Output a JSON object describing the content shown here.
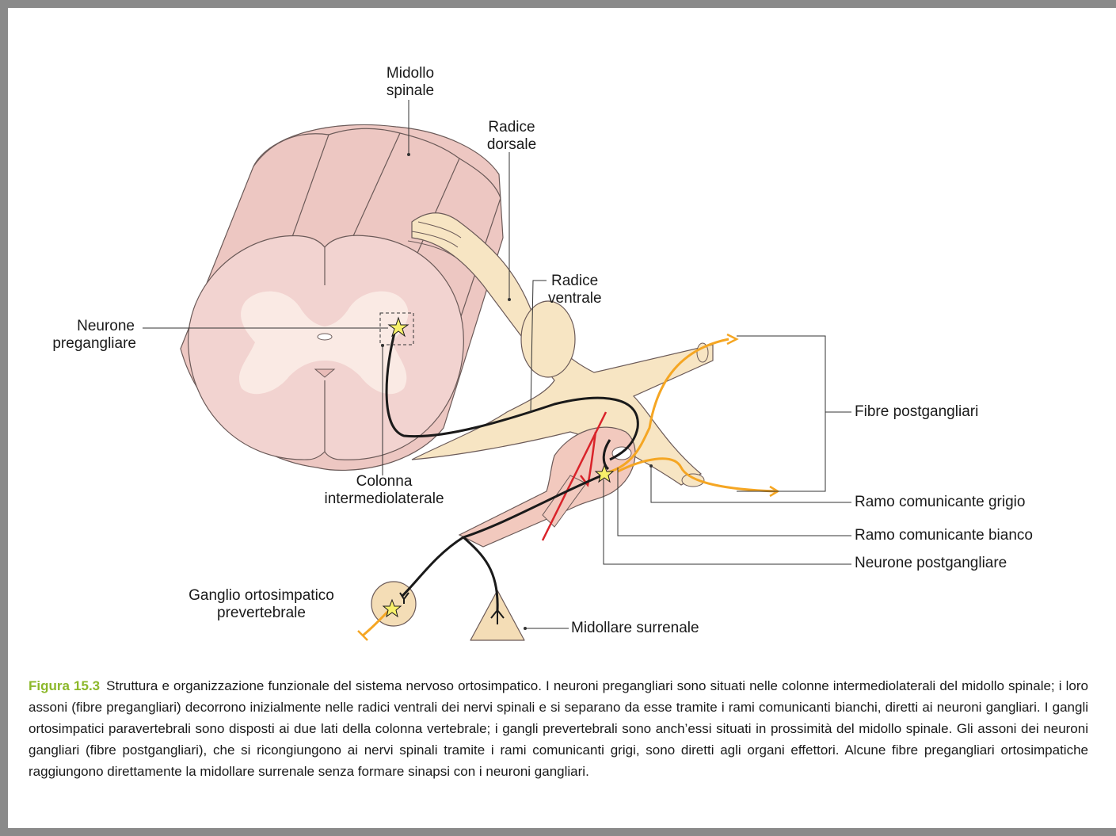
{
  "labels": {
    "midollo_spinale": [
      "Midollo",
      "spinale"
    ],
    "radice_dorsale": [
      "Radice",
      "dorsale"
    ],
    "radice_ventrale": [
      "Radice",
      "ventrale"
    ],
    "neurone_pregangliare": [
      "Neurone",
      "pregangliare"
    ],
    "colonna_intermediolaterale": [
      "Colonna",
      "intermediolaterale"
    ],
    "fibre_postgangliari": "Fibre postgangliari",
    "ramo_grigio": "Ramo comunicante grigio",
    "ramo_bianco": "Ramo comunicante bianco",
    "neurone_postgangliare": "Neurone postgangliare",
    "ganglio_prevertebrale": [
      "Ganglio ortosimpatico",
      "prevertebrale"
    ],
    "midollare_surrenale": "Midollare surrenale"
  },
  "caption": {
    "figure": "Figura 15.3",
    "text": "Struttura e organizzazione funzionale del sistema nervoso ortosimpatico. I neuroni pregangliari sono situati nelle colonne intermediolaterali del midollo spinale; i loro assoni (fibre pregangliari) decorrono inizialmente nelle radici ventrali dei nervi spinali e si separano da esse  tramite i rami comunicanti bianchi, diretti ai neuroni gangliari. I gangli ortosimpatici paravertebrali sono disposti ai due lati della colonna vertebrale; i gangli prevertebrali sono anch’essi situati in prossimità del midollo spinale. Gli assoni dei neuroni gangliari (fibre postgangliari), che si ricongiungono ai nervi spinali tramite i rami comunicanti grigi, sono diretti agli organi effettori. Alcune fibre pregangliari ortosimpatiche raggiungono direttamente la midollare surrenale senza formare sinapsi con i neuroni gangliari."
  },
  "colors": {
    "cord": "#f2d3d0",
    "cord_dark": "#e9bcb8",
    "grey_matter": "#faeae4",
    "nerve": "#f7e5c3",
    "postganglionic": "#f5a623",
    "preganglionic": "#1a1a1a",
    "artery": "#d9232a",
    "caption_accent": "#8cb82a"
  }
}
